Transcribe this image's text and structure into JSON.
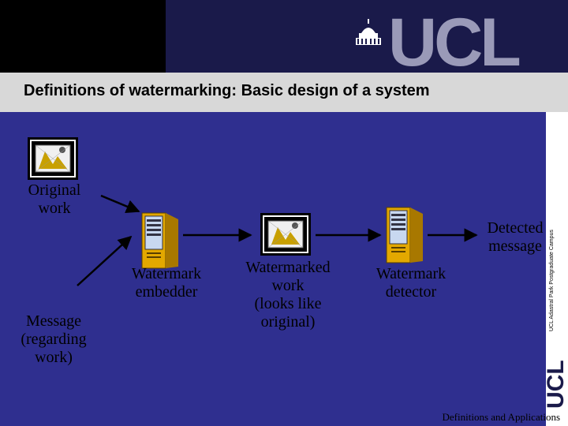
{
  "header": {
    "logo_text": "UCL",
    "title": "Definitions of watermarking: Basic design of a system"
  },
  "sidebar": {
    "campus_text": "UCL Adastral Park Postgraduate Campus",
    "logo_text": "UCL"
  },
  "diagram": {
    "nodes": {
      "original_work": "Original work",
      "original_work_line1": "Original",
      "original_work_line2": "work",
      "message_line1": "Message",
      "message_line2": "(regarding",
      "message_line3": "work)",
      "embedder_line1": "Watermark",
      "embedder_line2": "embedder",
      "marked_line1": "Watermarked",
      "marked_line2": "work",
      "marked_line3": "(looks like",
      "marked_line4": "original)",
      "detector_line1": "Watermark",
      "detector_line2": "detector",
      "detected_line1": "Detected",
      "detected_line2": "message"
    },
    "icons": [
      "picture-icon",
      "server-icon",
      "picture-icon",
      "server-icon"
    ]
  },
  "footer": {
    "text": "Definitions and Applications"
  }
}
